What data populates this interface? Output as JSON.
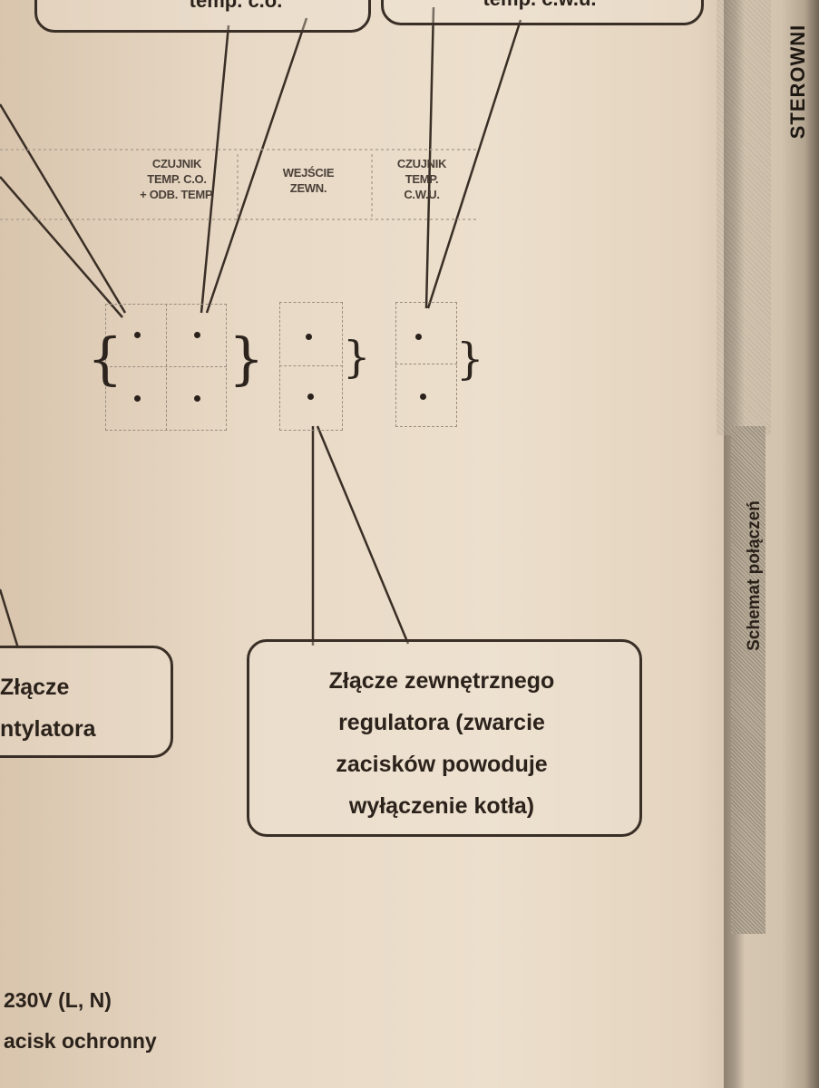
{
  "callouts": {
    "top_left_partial": "temp. c.o.",
    "top_right_partial": "temp. c.w.u.",
    "fan_connector": [
      "Złącze",
      "ntylatora"
    ],
    "external_regulator": [
      "Złącze zewnętrznego",
      "regulatora (zwarcie",
      "zacisków powoduje",
      "wyłączenie kotła)"
    ]
  },
  "terminal_headers": {
    "sensor_co": [
      "CZUJNIK",
      "TEMP. C.O.",
      "+ ODB. TEMP."
    ],
    "external_input": [
      "WEJŚCIE",
      "ZEWN."
    ],
    "sensor_cwu": [
      "CZUJNIK",
      "TEMP.",
      "C.W.U."
    ]
  },
  "side_labels": {
    "section_title": "Schemat połączeń",
    "header_word": "STEROWNI"
  },
  "footer_notes": {
    "line1": "230V (L, N)",
    "line2": "acisk ochronny"
  },
  "colors": {
    "paper": "#ecdfcc",
    "ink": "#2a221b",
    "faint_ink": "#4a4038"
  }
}
